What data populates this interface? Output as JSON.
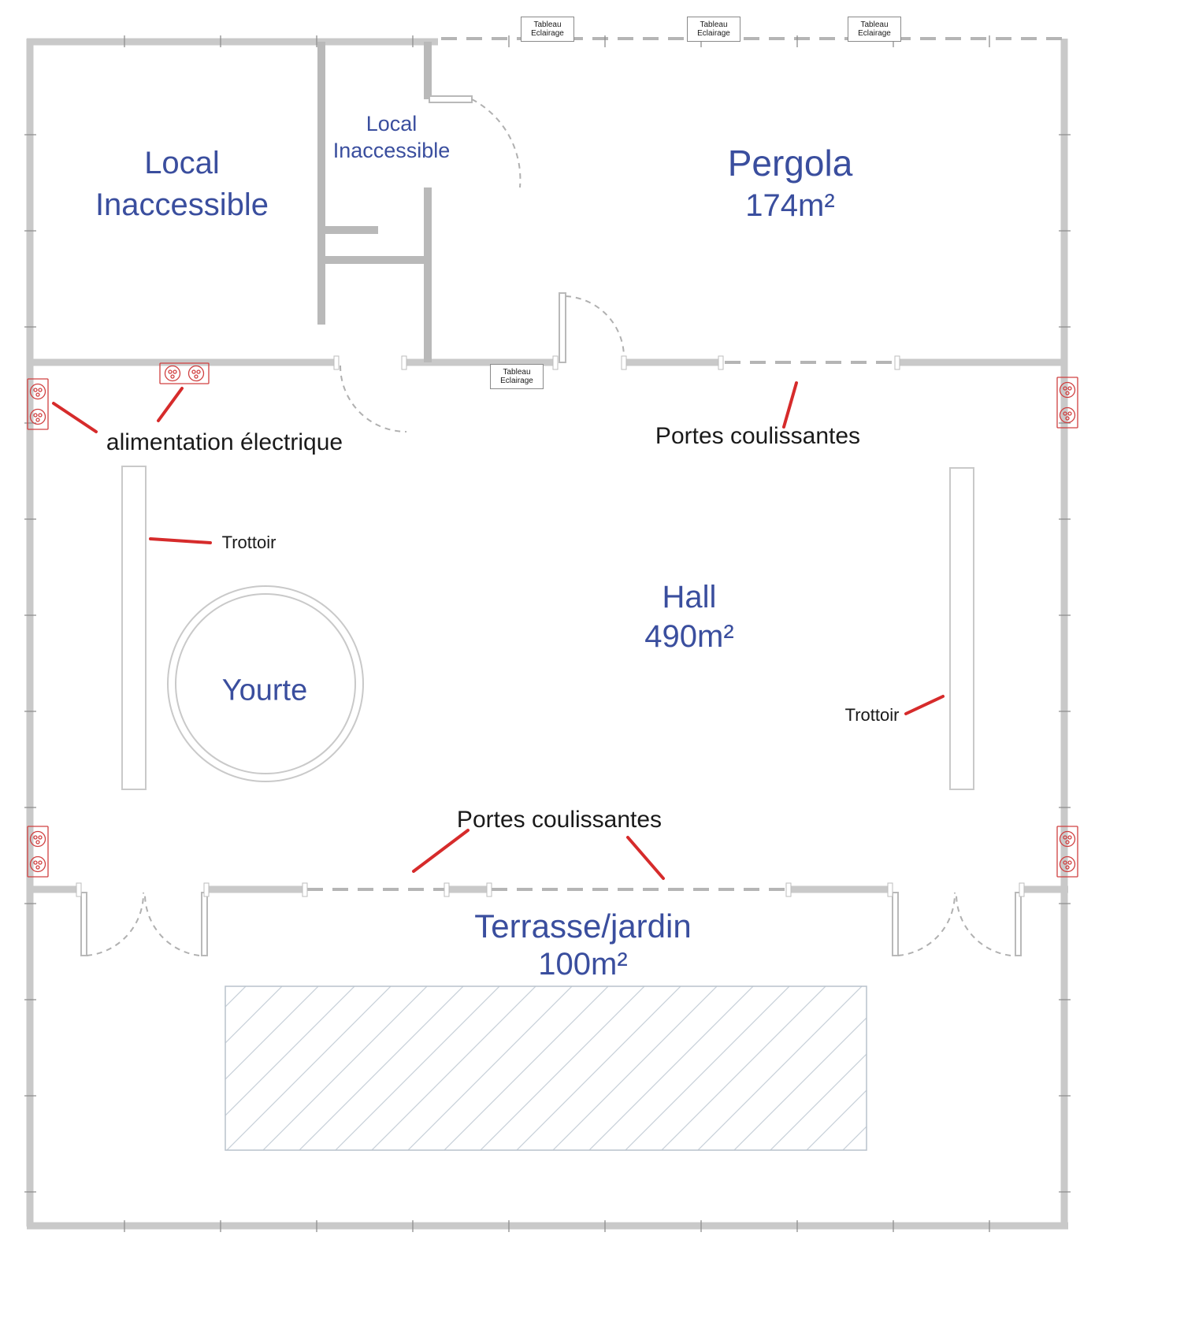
{
  "colors": {
    "room_label_blue": "#3A4E9E",
    "annotation_red": "#D62B2B",
    "annotation_black": "#1A1A1A",
    "outer_wall_gray": "#C9C9C9",
    "partition_gray": "#B9B9B9"
  },
  "rooms": {
    "local_large": {
      "line1": "Local",
      "line2": "Inaccessible"
    },
    "local_small": {
      "line1": "Local",
      "line2": "Inaccessible"
    },
    "pergola": {
      "name": "Pergola",
      "area": "174m²"
    },
    "hall": {
      "name": "Hall",
      "area": "490m²"
    },
    "yourte": {
      "name": "Yourte"
    },
    "terrasse": {
      "name": "Terrasse/jardin",
      "area": "100m²"
    }
  },
  "annotations": {
    "alimentation": "alimentation électrique",
    "portes_top": "Portes coulissantes",
    "portes_bottom": "Portes coulissantes",
    "trottoir_left": "Trottoir",
    "trottoir_right": "Trottoir"
  },
  "panels": {
    "line1": "Tableau",
    "line2": "Eclairage"
  },
  "icons": {
    "electrical_outlet": "red double-socket symbol on wall",
    "door_swing": "dashed quarter-circle door swing arc",
    "sliding_door": "dashed wall segment"
  }
}
